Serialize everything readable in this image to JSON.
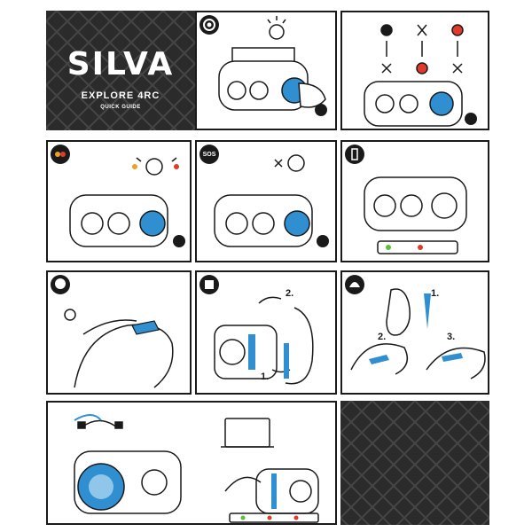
{
  "cover": {
    "brand": "SILVA",
    "product": "EXPLORE 4RC",
    "subtitle": "QUICK GUIDE"
  },
  "panels": {
    "mode_sos": {
      "badge": "SOS"
    },
    "fitting_rear": {
      "step2": "2.",
      "step1": "1."
    },
    "fitting_helmet": {
      "step1": "1.",
      "step2": "2.",
      "step3": "3."
    }
  },
  "colors": {
    "accent": "#2f8fd0",
    "dark": "#2b2b2b",
    "outline": "#1a1a1a",
    "red": "#e03a2a",
    "orange": "#f0a020",
    "green": "#5bbf3a"
  }
}
